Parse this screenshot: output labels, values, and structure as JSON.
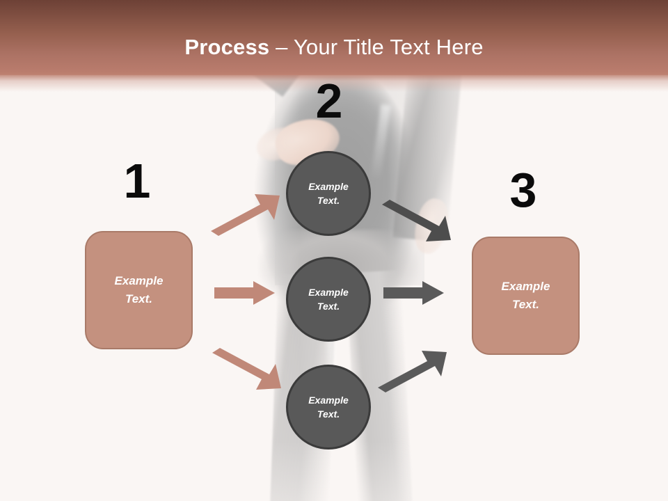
{
  "slide": {
    "background_color": "#faf6f4",
    "title": {
      "strong": "Process",
      "rest": " – Your Title Text Here",
      "bar_color_top": "#6d4136",
      "bar_color_bottom": "#bd8070",
      "text_color": "#ffffff"
    },
    "background_photo": {
      "description": "faded photograph of a person standing, hand on hip",
      "tint": "#b0afae"
    }
  },
  "steps": [
    {
      "number": "1",
      "kind": "box",
      "label": "Example\nText.",
      "fill": "#c4917f",
      "border": "#a97a68",
      "text_color": "#ffffff"
    },
    {
      "number": "2",
      "kind": "circle",
      "label": "Example\nText.",
      "fill": "#595959",
      "border": "#3b3b3b",
      "text_color": "#ffffff"
    },
    {
      "number": "3",
      "kind": "box",
      "label": "Example\nText.",
      "fill": "#c4917f",
      "border": "#a97a68",
      "text_color": "#ffffff"
    }
  ],
  "nodes": {
    "box_left": {
      "label": "Example\nText."
    },
    "circle_top": {
      "label": "Example\nText."
    },
    "circle_middle": {
      "label": "Example\nText."
    },
    "circle_bottom": {
      "label": "Example\nText."
    },
    "box_right": {
      "label": "Example\nText."
    }
  },
  "arrows": {
    "left_color": "#c08878",
    "right_color": "#5a5a5a",
    "left": [
      {
        "name": "arrow-box-to-circle-top",
        "direction": "up-right"
      },
      {
        "name": "arrow-box-to-circle-middle",
        "direction": "right"
      },
      {
        "name": "arrow-box-to-circle-bottom",
        "direction": "down-right"
      }
    ],
    "right": [
      {
        "name": "arrow-circle-top-to-box",
        "direction": "down-right"
      },
      {
        "name": "arrow-circle-middle-to-box",
        "direction": "right"
      },
      {
        "name": "arrow-circle-bottom-to-box",
        "direction": "up-right"
      }
    ]
  }
}
